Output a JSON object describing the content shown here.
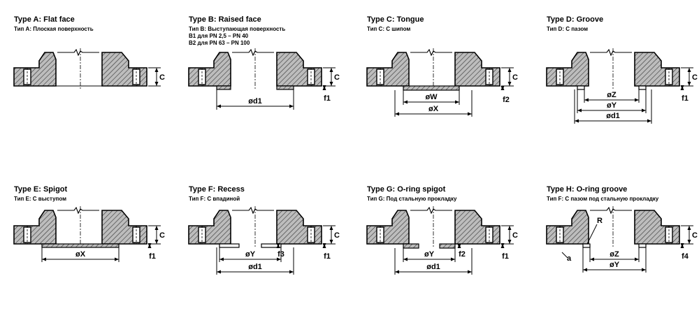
{
  "panels": [
    {
      "title": "Type A: Flat face",
      "subtitle": "Тип A: Плоская поверхность",
      "notes": [],
      "labels": {
        "c": "C"
      }
    },
    {
      "title": "Type B: Raised face",
      "subtitle": "Тип B: Выступающая поверхность",
      "notes": [
        "B1 для PN 2,5 – PN 40",
        "B2 для PN 63 – PN 100"
      ],
      "labels": {
        "c": "C",
        "f": "f1",
        "d1": "ød1"
      }
    },
    {
      "title": "Type C: Tongue",
      "subtitle": "Тип C: С шипом",
      "notes": [],
      "labels": {
        "c": "C",
        "f": "f2",
        "w": "øW",
        "x": "øX"
      }
    },
    {
      "title": "Type D: Groove",
      "subtitle": "Тип D: С пазом",
      "notes": [],
      "labels": {
        "c": "C",
        "f": "f1",
        "z": "øZ",
        "y": "øY",
        "d1": "ød1"
      }
    },
    {
      "title": "Type E: Spigot",
      "subtitle": "Тип E: С выступом",
      "notes": [],
      "labels": {
        "c": "C",
        "f": "f1",
        "x": "øX"
      }
    },
    {
      "title": "Type F: Recess",
      "subtitle": "Тип F: С впадиной",
      "notes": [],
      "labels": {
        "c": "C",
        "f": "f1",
        "f3": "f3",
        "y": "øY",
        "d1": "ød1"
      }
    },
    {
      "title": "Type G: O-ring spigot",
      "subtitle": "Тип G: Под стальную прокладку",
      "notes": [],
      "labels": {
        "c": "C",
        "f": "f1",
        "f2": "f2",
        "y": "øY",
        "d1": "ød1"
      }
    },
    {
      "title": "Type H: O-ring groove",
      "subtitle": "Тип F: С пазом под стальную прокладку",
      "notes": [],
      "labels": {
        "c": "C",
        "f": "f4",
        "z": "øZ",
        "y": "øY",
        "r": "R",
        "a": "a"
      }
    }
  ]
}
